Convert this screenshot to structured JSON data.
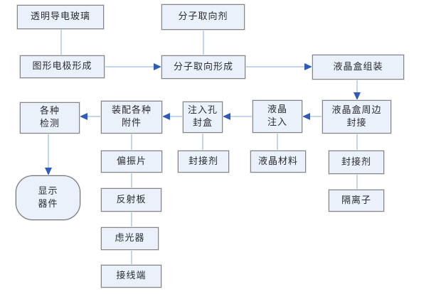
{
  "colors": {
    "node_fill": "#eaf1fa",
    "node_border": "#858585",
    "connector_line": "#8aabdc",
    "arrowhead": "#2f5cb8",
    "text": "#2b2b33",
    "background": "#ffffff"
  },
  "diagram": {
    "type": "flowchart",
    "nodes": [
      {
        "id": "transparent-conductive-glass",
        "label": "透明导电玻璃"
      },
      {
        "id": "molecular-alignment-agent",
        "label": "分子取向剂"
      },
      {
        "id": "pattern-electrode-formation",
        "label": "图形电极形成"
      },
      {
        "id": "molecular-alignment-formation",
        "label": "分子取向形成"
      },
      {
        "id": "lcd-cell-assembly",
        "label": "液晶盒组装"
      },
      {
        "id": "various-inspection",
        "label": "各种\n检测"
      },
      {
        "id": "assemble-accessories",
        "label": "装配各种\n附件"
      },
      {
        "id": "injection-hole-sealing",
        "label": "注入孔\n封盒"
      },
      {
        "id": "liquid-crystal-injection",
        "label": "液晶\n注入"
      },
      {
        "id": "cell-perimeter-sealing",
        "label": "液晶盒周边\n封接"
      },
      {
        "id": "polarizer",
        "label": "偏振片"
      },
      {
        "id": "sealant-left",
        "label": "封接剂"
      },
      {
        "id": "liquid-crystal-material",
        "label": "液晶材料"
      },
      {
        "id": "sealant-right",
        "label": "封接剂"
      },
      {
        "id": "spacer",
        "label": "隔离子"
      },
      {
        "id": "reflector-plate",
        "label": "反射板"
      },
      {
        "id": "light-filter",
        "label": "虑光器"
      },
      {
        "id": "wiring-terminal",
        "label": "接线端"
      },
      {
        "id": "display-device",
        "label": "显示\n器件"
      }
    ]
  }
}
